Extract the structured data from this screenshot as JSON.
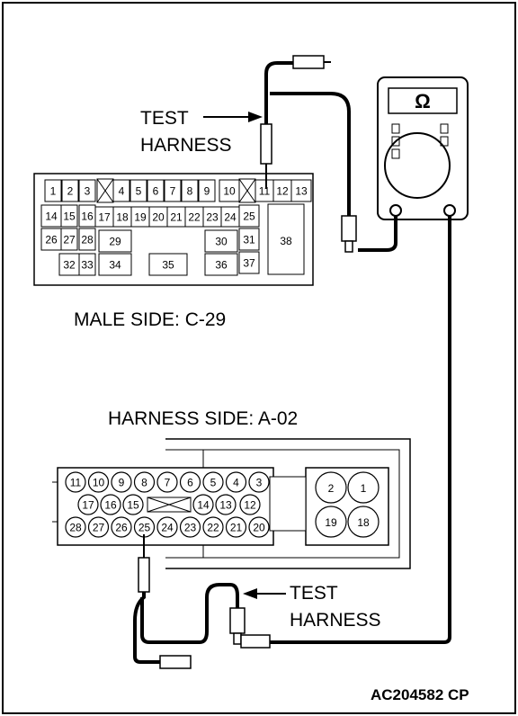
{
  "labels": {
    "test_harness_top_1": "TEST",
    "test_harness_top_2": "HARNESS",
    "male_side": "MALE SIDE: C-29",
    "harness_side": "HARNESS SIDE: A-02",
    "test_harness_bottom_1": "TEST",
    "test_harness_bottom_2": "HARNESS",
    "figure_code": "AC204582 CP",
    "meter_symbol": "Ω"
  },
  "connector_c29": {
    "pins": [
      "1",
      "2",
      "3",
      "4",
      "5",
      "6",
      "7",
      "8",
      "9",
      "10",
      "11",
      "12",
      "13",
      "14",
      "15",
      "16",
      "17",
      "18",
      "19",
      "20",
      "21",
      "22",
      "23",
      "24",
      "25",
      "26",
      "27",
      "28",
      "29",
      "30",
      "31",
      "32",
      "33",
      "34",
      "35",
      "36",
      "37",
      "38"
    ]
  },
  "connector_a02": {
    "row1": [
      "11",
      "10",
      "9",
      "8",
      "7",
      "6",
      "5",
      "4",
      "3"
    ],
    "row2": [
      "17",
      "16",
      "15",
      "14",
      "13",
      "12"
    ],
    "row3": [
      "28",
      "27",
      "26",
      "25",
      "24",
      "23",
      "22",
      "21",
      "20"
    ],
    "big": [
      "2",
      "1",
      "19",
      "18"
    ]
  }
}
